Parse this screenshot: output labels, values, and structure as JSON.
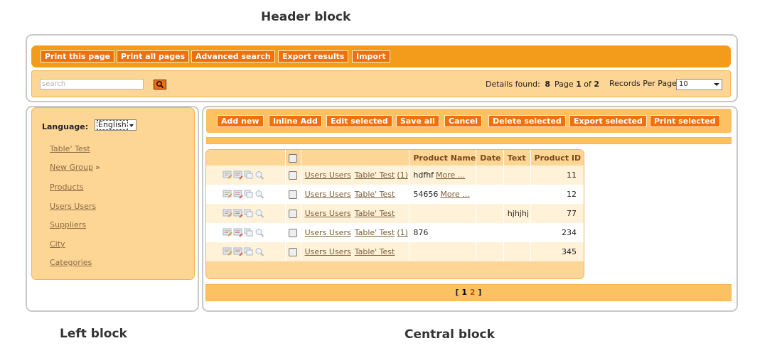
{
  "captions": {
    "header": "Header block",
    "left": "Left block",
    "central": "Central block"
  },
  "header": {
    "buttons": [
      "Print this page",
      "Print all pages",
      "Advanced search",
      "Export results",
      "Import"
    ],
    "search_placeholder": "search",
    "details_label": "Details found:",
    "details_count": "8",
    "page_label": "Page",
    "page_current": "1",
    "page_of": "of",
    "page_total": "2",
    "records_label": "Records Per Page:",
    "records_value": "10"
  },
  "left": {
    "language_label": "Language:",
    "language_value": "English",
    "menu": [
      "Table' Test",
      "New Group",
      "Products",
      "Users Users",
      "Suppliers",
      "City",
      "Categories"
    ],
    "group_marker": "»"
  },
  "central": {
    "buttons": [
      "Add new",
      "Inline Add",
      "Edit selected",
      "Save all",
      "Cancel",
      "Delete selected",
      "Export selected",
      "Print selected"
    ],
    "columns": [
      "Product Name",
      "Date",
      "Text",
      "Product ID"
    ],
    "rows": [
      {
        "link1": "Users Users",
        "link2": "Table' Test",
        "count": "(1)",
        "product_name": "hdfhf",
        "more": "More ...",
        "date": "",
        "text": "",
        "product_id": "11"
      },
      {
        "link1": "Users Users",
        "link2": "Table' Test",
        "count": "",
        "product_name": "54656",
        "more": "More ...",
        "date": "",
        "text": "",
        "product_id": "12"
      },
      {
        "link1": "Users Users",
        "link2": "Table' Test",
        "count": "",
        "product_name": "",
        "more": "",
        "date": "",
        "text": "hjhjhj",
        "product_id": "77"
      },
      {
        "link1": "Users Users",
        "link2": "Table' Test",
        "count": "(1)",
        "product_name": "876",
        "more": "",
        "date": "",
        "text": "",
        "product_id": "234"
      },
      {
        "link1": "Users Users",
        "link2": "Table' Test",
        "count": "",
        "product_name": "",
        "more": "",
        "date": "",
        "text": "",
        "product_id": "345"
      }
    ],
    "pager": {
      "open": "[",
      "page1": "1",
      "page2": "2",
      "close": "]"
    }
  },
  "colors": {
    "accent_orange": "#f39c1c",
    "button_orange": "#f0700e",
    "panel_light": "#fdd595",
    "panel_mid": "#fcc262",
    "link_brown": "#7a5f3c"
  }
}
